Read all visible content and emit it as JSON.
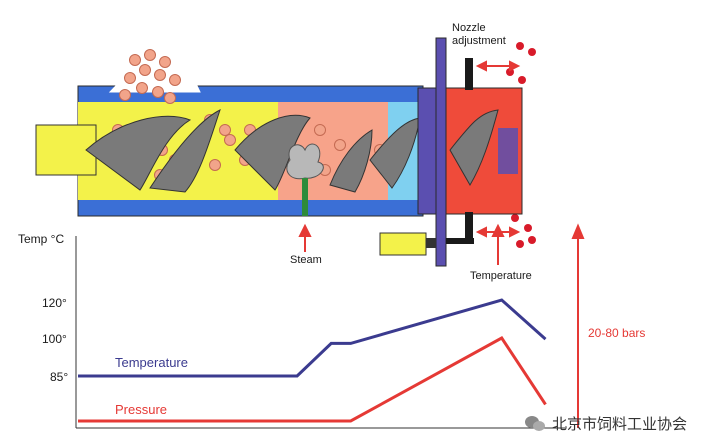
{
  "labels": {
    "nozzle": [
      "Nozzle",
      "adjustment"
    ],
    "steam": "Steam",
    "temperature_sensor": "Temperature",
    "y_axis": "Temp °C",
    "ticks": [
      "120°",
      "100°",
      "85°"
    ],
    "pressure_range": "20-80 bars"
  },
  "series_labels": {
    "temperature": "Temperature",
    "pressure": "Pressure"
  },
  "colors": {
    "barrel": "#3b6fd6",
    "feed_zone": "#f3f24a",
    "hot_zone": "#f7a38a",
    "die_zone": "#ef4b3a",
    "screw": "#7a7a7a",
    "pellet": "#f2a48a",
    "plate": "#5b4fb0",
    "temperature_line": "#3b3b8f",
    "pressure_line": "#e53935",
    "arrow": "#e53935",
    "steam_pipe": "#2e8b3a"
  },
  "chart_data": {
    "type": "line",
    "xlabel": "",
    "ylabel": "Temp °C",
    "yticks": [
      85,
      100,
      120
    ],
    "series": [
      {
        "name": "Temperature",
        "points": [
          [
            0,
            85
          ],
          [
            0.45,
            85
          ],
          [
            0.52,
            100
          ],
          [
            0.56,
            100
          ],
          [
            0.87,
            120
          ],
          [
            0.96,
            102
          ]
        ]
      },
      {
        "name": "Pressure",
        "points": [
          [
            0,
            0
          ],
          [
            0.56,
            0
          ],
          [
            0.87,
            1
          ],
          [
            0.96,
            0.2
          ]
        ]
      }
    ],
    "pressure_annotation": "20-80 bars"
  },
  "watermark": "北京市饲料工业协会"
}
